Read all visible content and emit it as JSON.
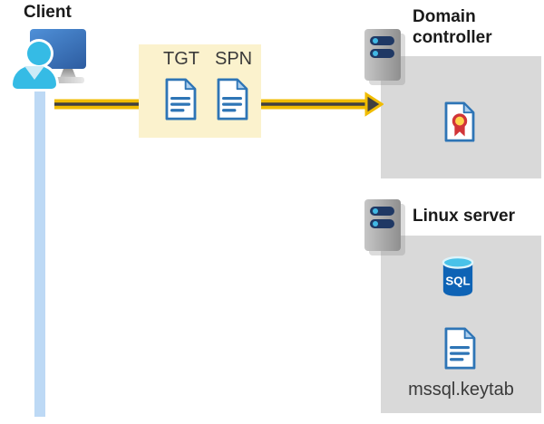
{
  "client": {
    "label": "Client"
  },
  "ticket_box": {
    "tgt_label": "TGT",
    "spn_label": "SPN"
  },
  "domain_controller": {
    "title": "Domain controller"
  },
  "linux_server": {
    "title": "Linux server",
    "sql_icon_label": "SQL",
    "keytab_filename": "mssql.keytab"
  },
  "colors": {
    "background": "#FFFFFF",
    "panel_bg": "#D9D9D9",
    "ticket_box_bg": "#FBF2CD",
    "arrow_gold": "#F0BC00",
    "arrow_core": "#404040",
    "client_drop_line": "#BDD9F5",
    "document_blue": "#2E75B6",
    "document_fold": "#AFD0EE",
    "person_cyan": "#35BBE5",
    "monitor_blue_light": "#4F90D8",
    "monitor_blue_dark": "#2D5CA0",
    "server_pill_navy": "#1F3864",
    "server_dot_cyan": "#41B8E4",
    "cert_ribbon_red": "#D13438",
    "cert_seal_yellow": "#FFD34D",
    "sql_body_blue": "#0E63B5",
    "sql_top_cyan": "#49C2E9",
    "title_text": "#1A1A1A",
    "label_text": "#3A3A3A"
  }
}
